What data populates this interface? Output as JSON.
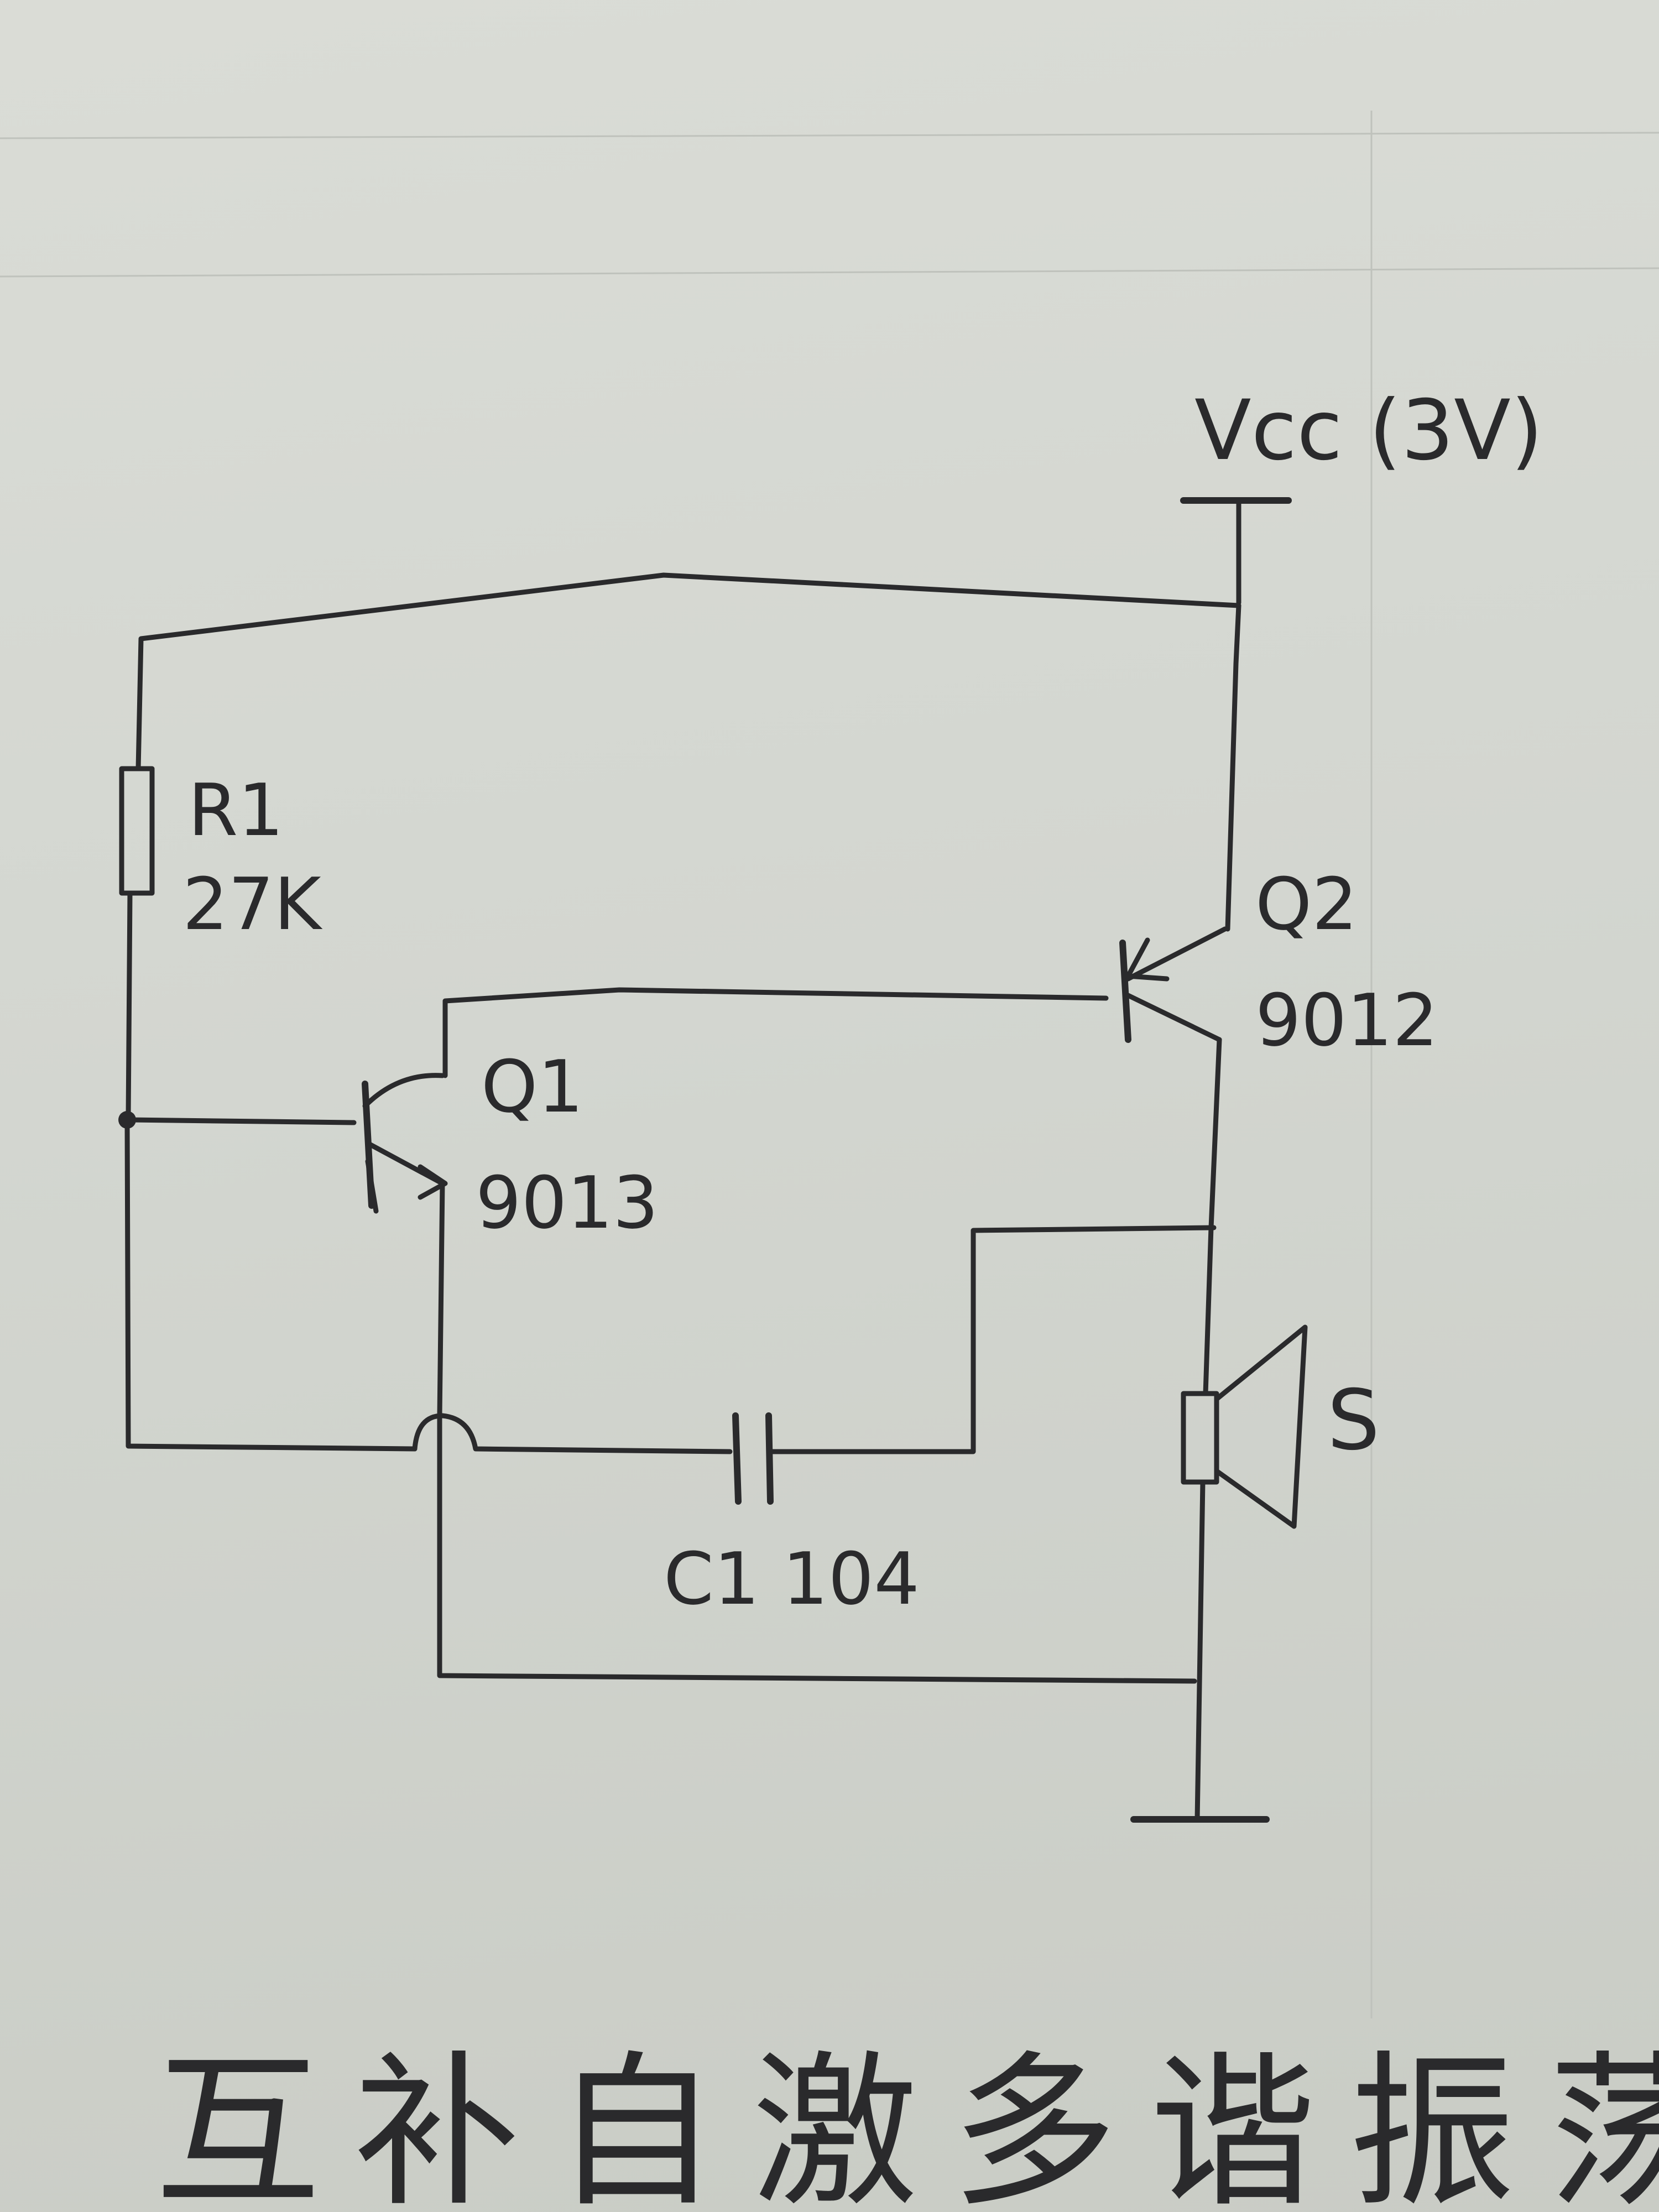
{
  "labels": {
    "vcc": "Vcc (3V)",
    "r1_name": "R1",
    "r1_value": "27K",
    "q1_name": "Q1",
    "q1_part": "9013",
    "q2_name": "Q2",
    "q2_part": "9012",
    "c1_label": "C1 104",
    "speaker_name": "S"
  },
  "caption": "互补自激多谐振荡",
  "colors": {
    "paper": "#d6d8d2",
    "ink": "#2a2a2c"
  }
}
